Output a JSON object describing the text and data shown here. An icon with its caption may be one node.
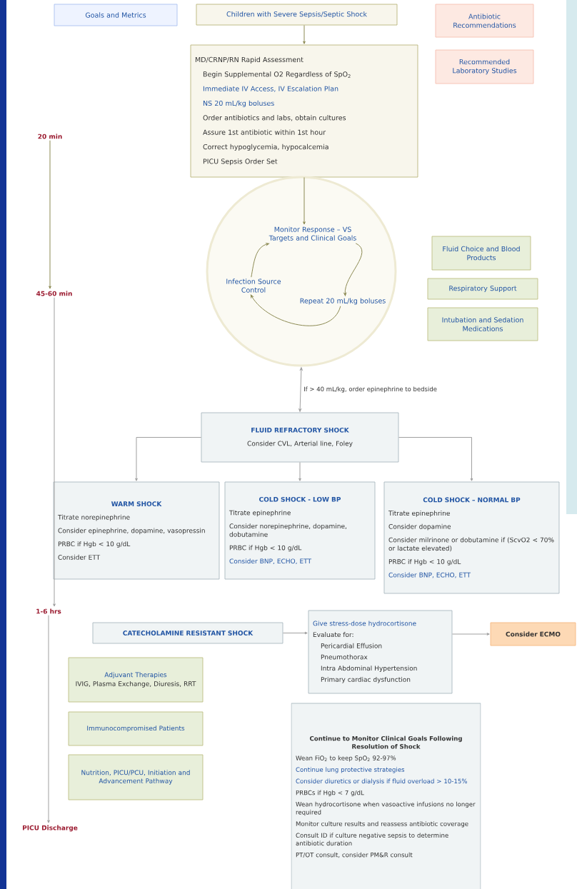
{
  "diagram": {
    "nodes": [
      {
        "text": [
          "Goals and Metrics"
        ]
      },
      {
        "text": [
          "Children with Severe Sepsis/Septic Shock"
        ]
      },
      {
        "text": [
          "Antibiotic Recommendations"
        ]
      },
      {
        "text": [
          "MD/CRNP/RN Rapid Assessment",
          "Begin Supplemental O2 Regardless of SpO$_{2}$",
          "Immediate IV Access, IV Escalation Plan",
          "NS 20 mL/kg boluses",
          "Order antibiotics and labs, obtain cultures",
          "Assure 1st antibiotic within 1st hour",
          "Correct hypoglycemia, hypocalcemia",
          "PICU Sepsis Order Set"
        ]
      },
      {
        "text": [
          "Recommended Laboratory Studies"
        ]
      },
      {
        "text": [],
        "shape": "circle"
      },
      {
        "text": [
          "Monitor Response – VS Targets and Clinical Goals"
        ],
        "in": 5
      },
      {
        "text": [
          "Infection Source Control"
        ],
        "in": 5
      },
      {
        "text": [
          "Repeat 20 mL/kg boluses"
        ],
        "in": 5
      },
      {
        "text": [
          "Fluid Choice and Blood Products"
        ]
      },
      {
        "text": [
          "Respiratory Support"
        ]
      },
      {
        "text": [
          "Intubation and Sedation Medications"
        ]
      },
      {
        "text": [
          "FLUID REFRACTORY SHOCK",
          "Consider CVL, Arterial line, Foley"
        ]
      },
      {
        "text": [
          "WARM SHOCK",
          "Titrate norepinephrine",
          "Consider epinephrine, dopamine, vasopressin",
          "PRBC if Hgb < 10 g/dL",
          "Consider ETT"
        ]
      },
      {
        "text": [
          "COLD SHOCK - LOW BP",
          "Titrate epinephrine",
          "Consider norepinephrine, dopamine, dobutamine",
          "PRBC if Hgb < 10 g/dL",
          "Consider BNP, ECHO, ETT"
        ]
      },
      {
        "text": [
          "COLD SHOCK – NORMAL BP",
          "Titrate epinephrine",
          "Consider dopamine",
          "Consider milrinone or dobutamine if (ScvO2 < 70% or lactate elevated)",
          "PRBC if Hgb < 10 g/dL",
          "Consider BNP, ECHO, ETT"
        ]
      },
      {
        "text": [
          "CATECHOLAMINE RESISTANT SHOCK"
        ]
      },
      {
        "text": [
          "Give stress-dose hydrocortisone",
          "Evaluate for:",
          "Pericardial Effusion",
          "Pneumothorax",
          "Intra Abdominal Hypertension",
          "Primary cardiac dysfunction"
        ]
      },
      {
        "text": [
          "Consider ECMO"
        ]
      },
      {
        "text": [
          "Adjuvant Therapies",
          "IVIG, Plasma Exchange, Diuresis, RRT"
        ]
      },
      {
        "text": [
          "Immunocompromised Patients"
        ]
      },
      {
        "text": [
          "Nutrition, PICU/PCU, Initiation and Advancement Pathway"
        ]
      },
      {
        "text": [
          "Continue to Monitor Clinical Goals Following Resolution of Shock",
          "Wean FiO$_{2}$ to keep SpO$_{2}$ 92-97%",
          "Continue lung protective strategies",
          "Consider diuretics or dialysis if fluid overload > 10-15%",
          "PRBCs if Hgb < 7 g/dL",
          "Wean hydrocortisone when vasoactive infusions no longer required",
          "Monitor culture results and reassess antibiotic coverage",
          "Consult ID if culture negative sepsis to determine antibiotic duration",
          "PT/OT consult, consider PM&R consult"
        ]
      },
      {
        "text": [
          "20 min"
        ]
      },
      {
        "text": [
          "45-60 min"
        ]
      },
      {
        "text": [
          "1-6 hrs"
        ]
      },
      {
        "text": [
          "PICU Discharge"
        ]
      }
    ],
    "edges": [
      {
        "from": 1,
        "to": 3,
        "arrow": "to",
        "color": "#8c8a52"
      },
      {
        "from": 3,
        "to": 6,
        "arrow": "to",
        "color": "#8c8a52"
      },
      {
        "from": 6,
        "to": 8,
        "arrow": "to",
        "color": "#8c8a52"
      },
      {
        "from": 8,
        "to": 7,
        "arrow": "to",
        "color": "#8c8a52"
      },
      {
        "from": 7,
        "to": 6,
        "arrow": "to",
        "color": "#8c8a52"
      },
      {
        "from": 5,
        "to": 12,
        "arrow": "both",
        "label": "If > 40 mL/kg, order epinephrine to bedside"
      },
      {
        "from": 12,
        "to": 13,
        "arrow": "to"
      },
      {
        "from": 12,
        "to": 14,
        "arrow": "to"
      },
      {
        "from": 12,
        "to": 15,
        "arrow": "to"
      },
      {
        "from": 16,
        "to": 17,
        "arrow": "to"
      },
      {
        "from": 17,
        "to": 18,
        "arrow": "to"
      },
      {
        "from": 23,
        "to": 24,
        "arrow": "to",
        "color": "#8c8a52"
      },
      {
        "from": 24,
        "to": 25,
        "arrow": "to"
      },
      {
        "from": 25,
        "to": 26,
        "arrow": "to"
      }
    ]
  }
}
